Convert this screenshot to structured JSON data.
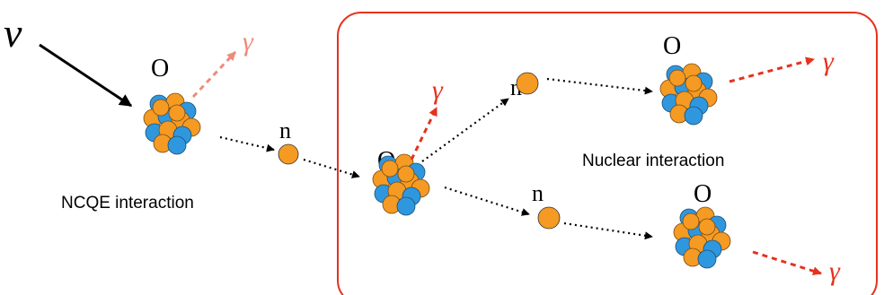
{
  "labels": {
    "neutrino": "ν",
    "gamma": "γ",
    "oxygen": "O",
    "neutron": "n",
    "ncqe": "NCQE interaction",
    "nuclear": "Nuclear interaction"
  },
  "colors": {
    "proton": "#f59a23",
    "neutron_ball": "#2f97de",
    "gamma_arrow": "#e5321e",
    "gamma_faded": "#f08a7a",
    "box_border": "#e5321e",
    "arrow": "#000000"
  }
}
